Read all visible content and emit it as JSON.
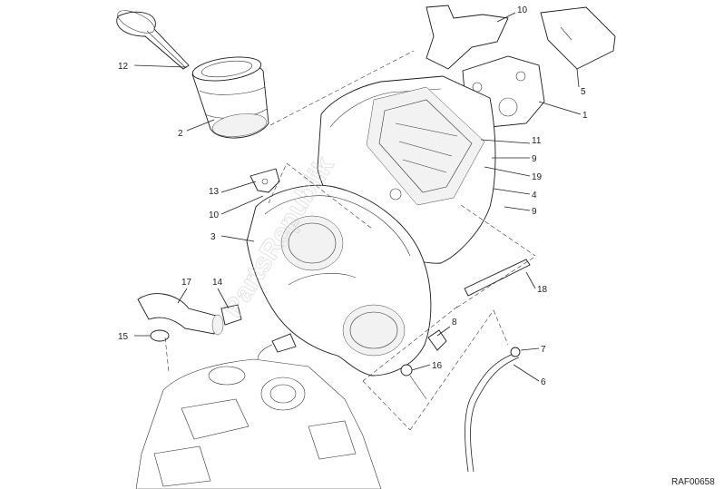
{
  "diagram": {
    "reference_code": "RAF00658",
    "watermark": "PartsRepublik",
    "callouts": [
      "1",
      "2",
      "3",
      "4",
      "5",
      "6",
      "7",
      "8",
      "9",
      "9",
      "10",
      "10",
      "11",
      "12",
      "13",
      "14",
      "15",
      "16",
      "17",
      "18",
      "19"
    ]
  }
}
